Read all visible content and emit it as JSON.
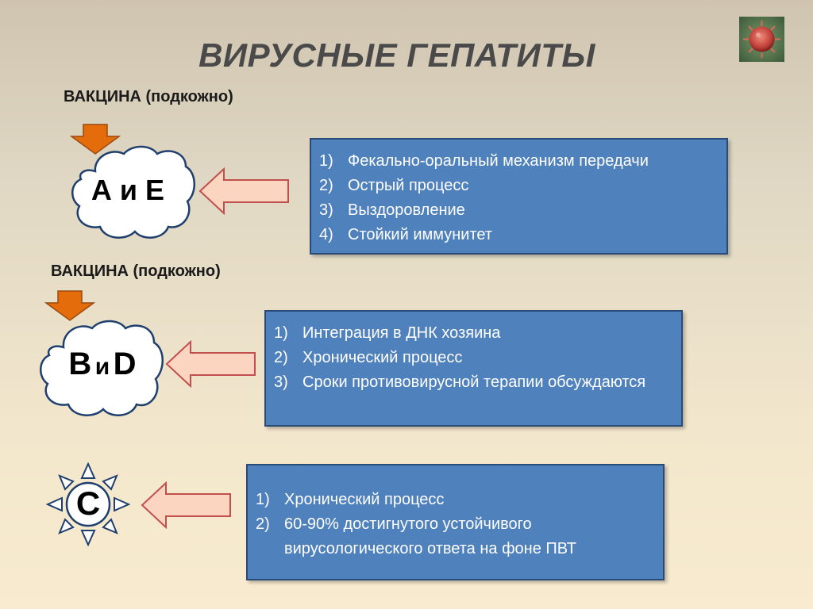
{
  "title": "ВИРУСНЫЕ ГЕПАТИТЫ",
  "image": {
    "icon": "virus-icon"
  },
  "groups": [
    {
      "vaccine": "ВАКЦИНА (подкожно)",
      "label": "А и Е",
      "shape": "cloud",
      "items": [
        {
          "num": "1)",
          "text": "Фекально-оральный механизм передачи"
        },
        {
          "num": "2)",
          "text": "Острый процесс"
        },
        {
          "num": "3)",
          "text": "Выздоровление"
        },
        {
          "num": "4)",
          "text": "Стойкий иммунитет"
        }
      ]
    },
    {
      "vaccine": "ВАКЦИНА (подкожно)",
      "label_big": "В",
      "label_mid": "и",
      "label_end": "D",
      "shape": "cloud",
      "items": [
        {
          "num": "1)",
          "text": "Интеграция в ДНК хозяина"
        },
        {
          "num": "2)",
          "text": "Хронический процесс"
        },
        {
          "num": "3)",
          "text": "Сроки противовирусной терапии обсуждаются"
        }
      ]
    },
    {
      "label": "С",
      "shape": "sun",
      "items": [
        {
          "num": "1)",
          "text": "Хронический процесс"
        },
        {
          "num": "2)",
          "text": "60-90% достигнутого устойчивого вирусологического ответа на фоне ПВТ"
        }
      ]
    }
  ],
  "colors": {
    "box_fill": "#4f81bd",
    "box_border": "#2a4a78",
    "vaccine_arrow": "#e46c0a",
    "left_arrow_fill": "#fcd5c0",
    "left_arrow_stroke": "#c0504d"
  }
}
